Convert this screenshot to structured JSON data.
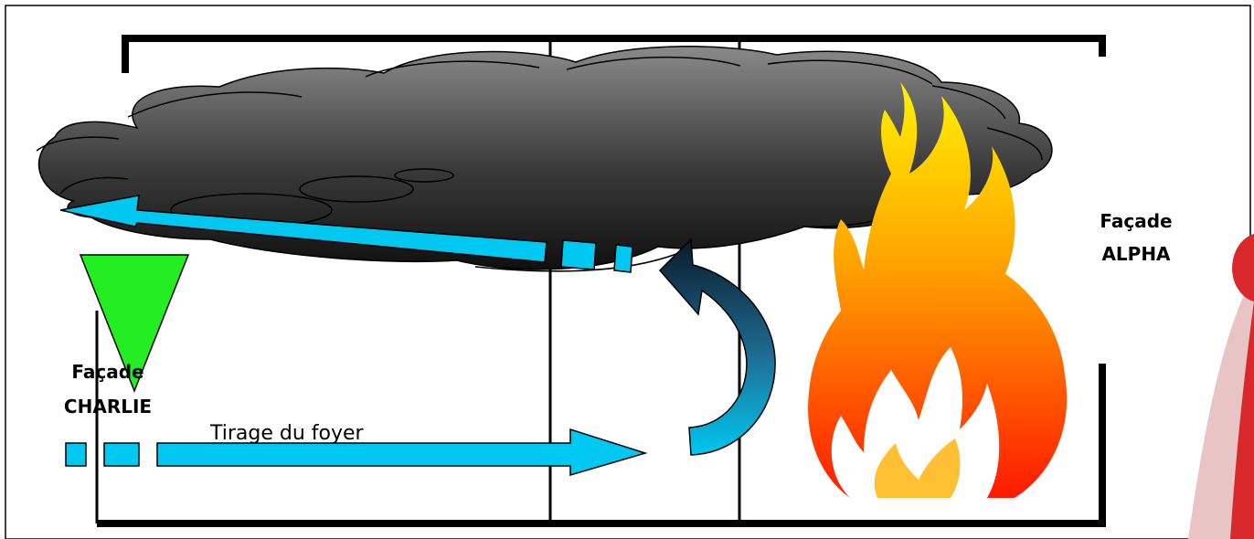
{
  "labels": {
    "facade_alpha_line1": "Façade",
    "facade_alpha_line2": "ALPHA",
    "facade_charlie_line1": "Façade",
    "facade_charlie_line2": "CHARLIE",
    "tirage": "Tirage du foyer"
  },
  "colors": {
    "arrow_blue": "#00c8f0",
    "triangle_green": "#22ee22",
    "smoke_dark": "#141414",
    "smoke_light": "#8a8a8a",
    "flame_yellow": "#ffe600",
    "flame_red": "#ff1a00",
    "accent_red": "#d8282c",
    "accent_pink": "#e8b8b8"
  },
  "icons": {
    "smoke": "smoke-cloud-icon",
    "fire": "flame-icon",
    "indicator": "down-triangle-icon"
  }
}
